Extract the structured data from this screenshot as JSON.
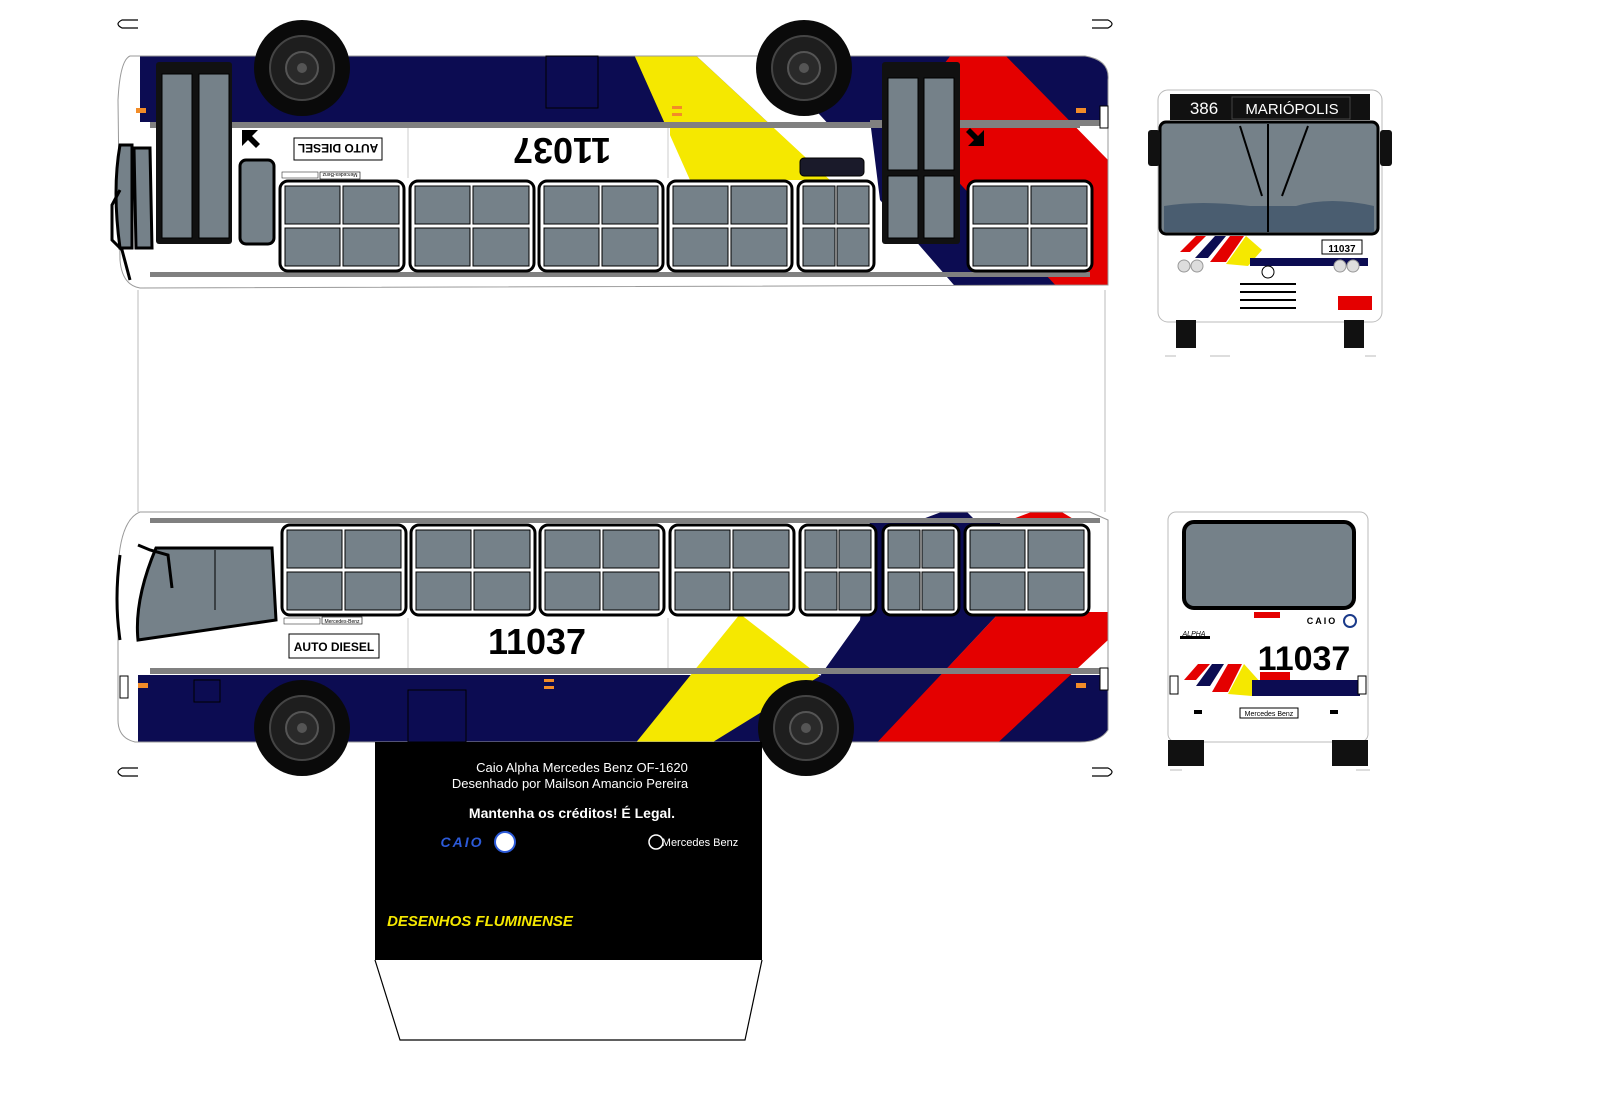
{
  "fleet_number": "11037",
  "route": {
    "number": "386",
    "destination": "MARIÓPOLIS"
  },
  "operator_label": "AUTO DIESEL",
  "brand_strip_label": "Mercedes-Benz",
  "rear_model_label": "ALPHA",
  "rear_maker_label": "CAIO",
  "rear_plate_label": "Mercedes Benz",
  "credits": {
    "line1": "Caio Alpha  Mercedes Benz OF-1620",
    "line2": "Desenhado por Mailson Amancio Pereira",
    "line3": "Mantenha os créditos! É Legal.",
    "caio_logo": "CAIO",
    "mercedes_logo": "Mercedes Benz",
    "studio": "DESENHOS FLUMINENSE"
  },
  "colors": {
    "navy": "#0c0c52",
    "red": "#e40000",
    "yellow": "#f5e800",
    "white": "#ffffff",
    "glass": "#758189",
    "black": "#000000"
  },
  "icons": [
    "wheel-icon",
    "door-arrow-icon",
    "mercedes-star-icon",
    "caio-logo-icon"
  ]
}
